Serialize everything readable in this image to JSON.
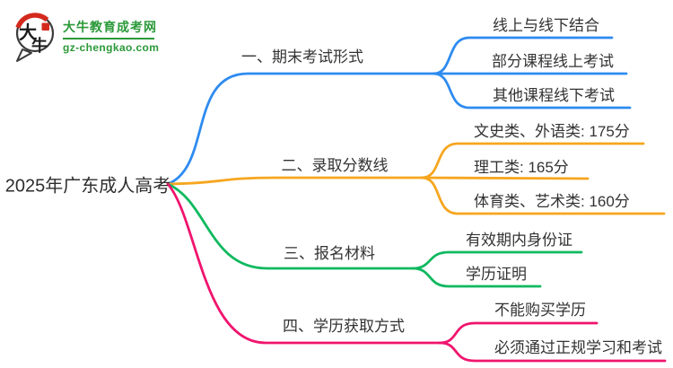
{
  "logo": {
    "icon": {
      "char_top": "大",
      "char_bottom": "牛"
    },
    "title": "大牛教育成考网",
    "domain": "gz-chengkao.com"
  },
  "central_topic": "2025年广东成人高考",
  "colors": {
    "blue": "#2e8bf0",
    "orange": "#f6a61f",
    "green": "#0fb95f",
    "pink": "#f0146e",
    "brand_green": "#2b9939",
    "seal_red": "#d42a1d",
    "text": "#333333"
  },
  "branches": [
    {
      "label": "一、期末考试形式",
      "color": "blue",
      "children": [
        "线上与线下结合",
        "部分课程线上考试",
        "其他课程线下考试"
      ]
    },
    {
      "label": "二、录取分数线",
      "color": "orange",
      "children": [
        "文史类、外语类: 175分",
        "理工类: 165分",
        "体育类、艺术类: 160分"
      ]
    },
    {
      "label": "三、报名材料",
      "color": "green",
      "children": [
        "有效期内身份证",
        "学历证明"
      ]
    },
    {
      "label": "四、学历获取方式",
      "color": "pink",
      "children": [
        "不能购买学历",
        "必须通过正规学习和考试"
      ]
    }
  ]
}
